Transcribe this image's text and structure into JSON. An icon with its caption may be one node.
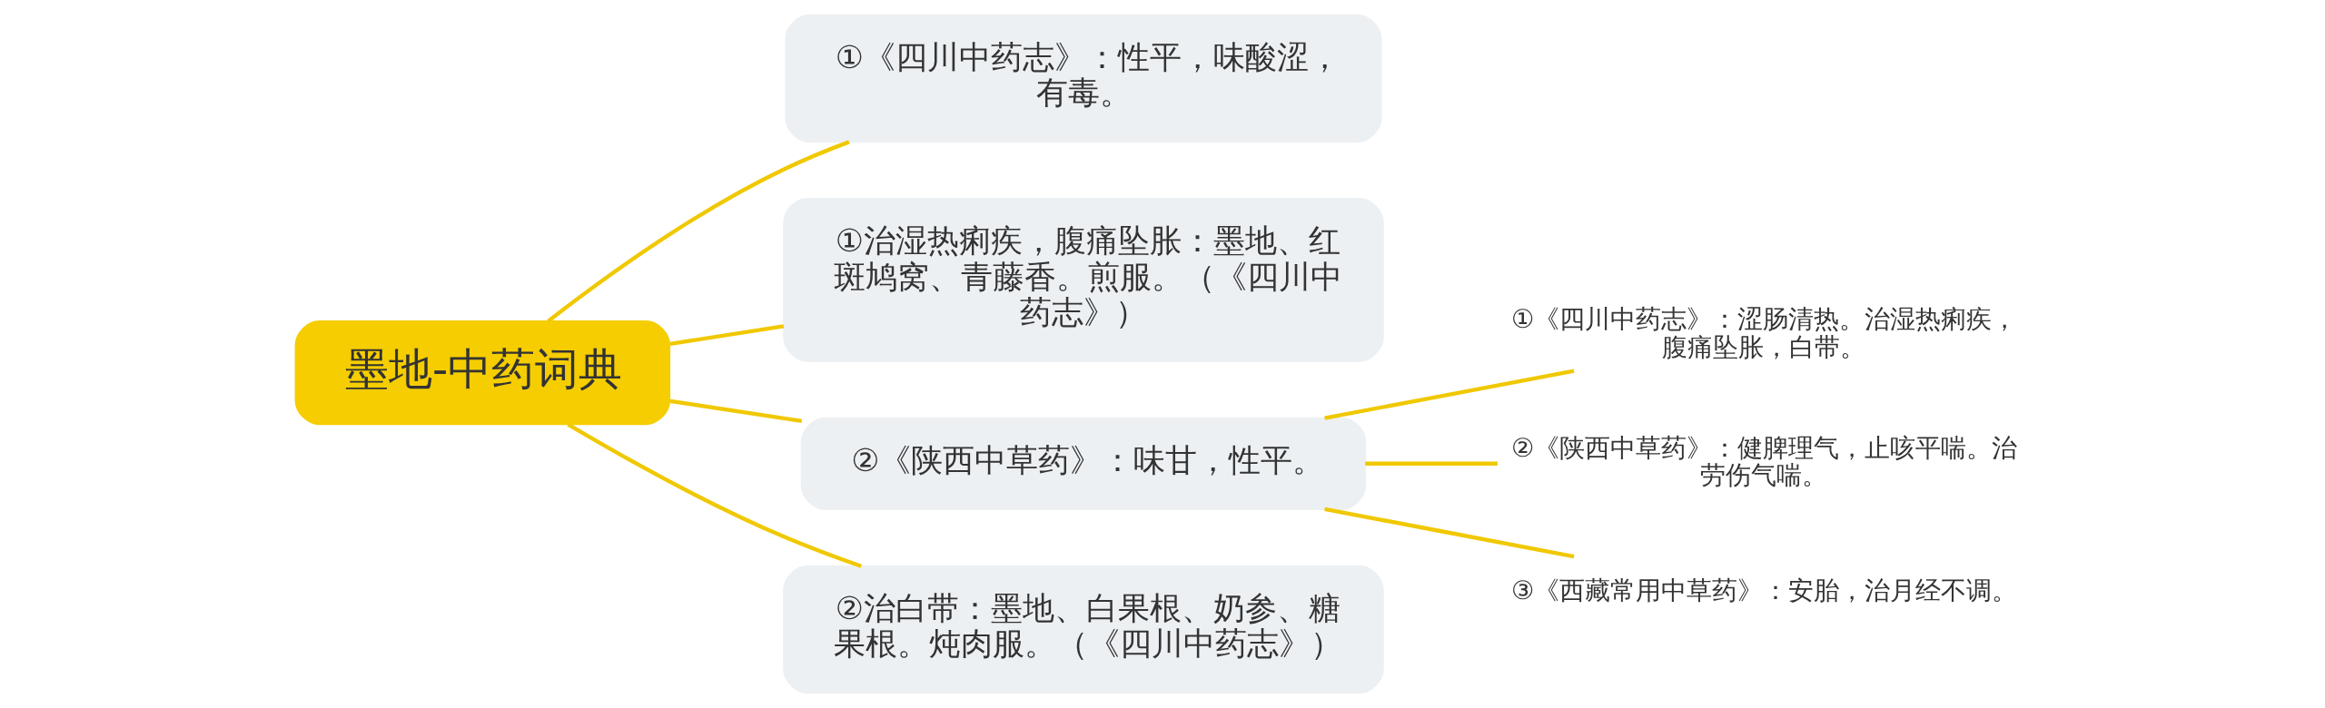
{
  "diagram": {
    "nodes": [
      {
        "text": [
          "墨地-中药词典"
        ]
      },
      {
        "text": [
          "①《四川中药志》：性平，味酸涩，有毒。"
        ]
      },
      {
        "text": [
          "①治湿热痢疾，腹痛坠胀：墨地、红斑鸠窝、青藤香。煎服。（《四川中药志》）"
        ]
      },
      {
        "text": [
          "②《陕西中草药》：味甘，性平。"
        ]
      },
      {
        "text": [
          "②治白带：墨地、白果根、奶参、糖果根。炖肉服。（《四川中药志》）"
        ]
      },
      {
        "text": [
          "①《四川中药志》：涩肠清热。治湿热痢疾，腹痛坠胀，白带。"
        ]
      },
      {
        "text": [
          "②《陕西中草药》：健脾理气，止咳平喘。治劳伤气喘。"
        ]
      },
      {
        "text": [
          "③《西藏常用中草药》：安胎，治月经不调。"
        ]
      }
    ],
    "edges": [
      {
        "from": 0,
        "to": 1,
        "arrow": "none"
      },
      {
        "from": 0,
        "to": 2,
        "arrow": "none"
      },
      {
        "from": 0,
        "to": 3,
        "arrow": "none"
      },
      {
        "from": 0,
        "to": 4,
        "arrow": "none"
      },
      {
        "from": 3,
        "to": 5,
        "arrow": "none"
      },
      {
        "from": 3,
        "to": 6,
        "arrow": "none"
      },
      {
        "from": 3,
        "to": 7,
        "arrow": "none"
      }
    ]
  }
}
